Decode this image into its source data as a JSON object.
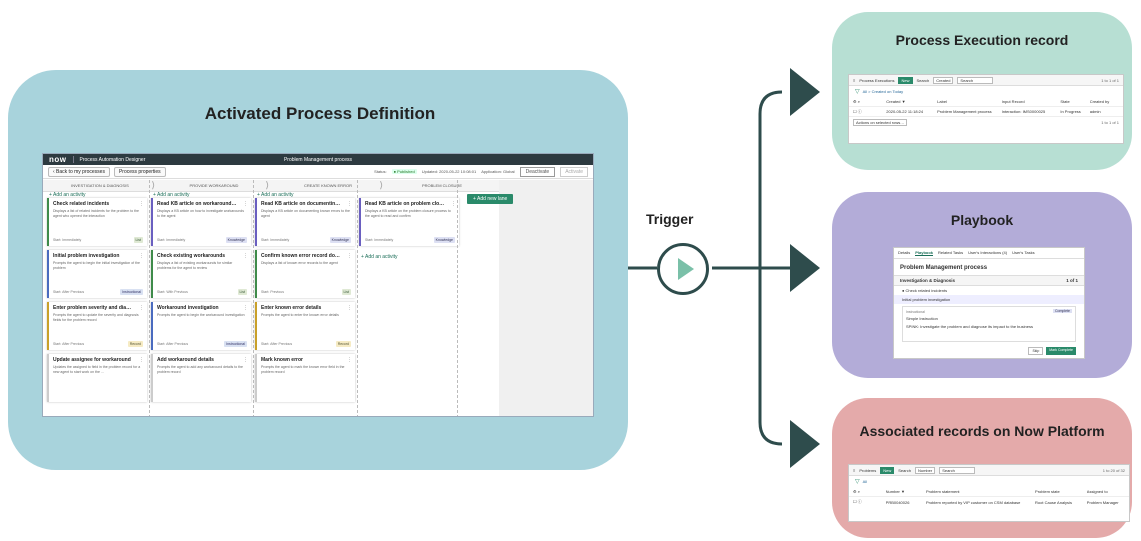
{
  "main": {
    "title": "Activated Process Definition",
    "app": {
      "logo": "now",
      "app_name": "Process Automation Designer",
      "process_title": "Problem Management process",
      "back_label": "‹ Back to my processes",
      "properties_label": "Process properties",
      "status_label": "Status:",
      "status_value": "● Published",
      "updated": "Updated: 2020-05-22 10:08:01",
      "application": "Application: Global",
      "deactivate_label": "Deactivate",
      "activate_label": "Activate",
      "new_lane_label": "+ Add new lane",
      "add_activity_label": "+ Add an activity",
      "lanes": [
        {
          "name": "INVESTIGATION & DIAGNOSIS",
          "cards": [
            {
              "title": "Check related incidents",
              "desc": "Displays a list of related incidents for the problem to the agent who opened the interaction",
              "start": "Start: Immediately",
              "badge": "List",
              "color": "#3f8b4a",
              "btype": "list"
            },
            {
              "title": "Initial problem investigation",
              "desc": "Prompts the agent to begin the initial investigation of the problem",
              "start": "Start: After Previous",
              "badge": "Instructional",
              "color": "#4a6bbf",
              "btype": "inst"
            },
            {
              "title": "Enter problem severity and dia…",
              "desc": "Prompts the agent to update the severity and diagnosis fields for the problem record",
              "start": "Start: After Previous",
              "badge": "Record",
              "color": "#c9a02a",
              "btype": "rec"
            },
            {
              "title": "Update assignee for workaround",
              "desc": "Updates the assigned to field in the problem record for a new agent to start work on the …",
              "start": "",
              "badge": "",
              "color": "#cccccc",
              "btype": ""
            }
          ]
        },
        {
          "name": "PROVIDE WORKAROUND",
          "cards": [
            {
              "title": "Read KB article on workaround…",
              "desc": "Displays a KB article on how to investigate workarounds to the agent",
              "start": "Start: Immediately",
              "badge": "Knowledge",
              "color": "#6a5fc0",
              "btype": "know"
            },
            {
              "title": "Check existing workarounds",
              "desc": "Displays a list of existing workarounds for similar problems for the agent to review",
              "start": "Start: With Previous",
              "badge": "List",
              "color": "#3f8b4a",
              "btype": "list"
            },
            {
              "title": "Workaround investigation",
              "desc": "Prompts the agent to begin the workaround investigation",
              "start": "Start: After Previous",
              "badge": "Instructional",
              "color": "#4a6bbf",
              "btype": "inst"
            },
            {
              "title": "Add workaround details",
              "desc": "Prompts the agent to add any workaround details to the problem record",
              "start": "",
              "badge": "",
              "color": "#cccccc",
              "btype": ""
            }
          ]
        },
        {
          "name": "CREATE KNOWN ERROR",
          "cards": [
            {
              "title": "Read KB article on documentin…",
              "desc": "Displays a KB article on documenting known errors to the agent",
              "start": "Start: Immediately",
              "badge": "Knowledge",
              "color": "#6a5fc0",
              "btype": "know"
            },
            {
              "title": "Confirm known error record do…",
              "desc": "Displays a list of known error records to the agent",
              "start": "Start: Previous",
              "badge": "List",
              "color": "#3f8b4a",
              "btype": "list"
            },
            {
              "title": "Enter known error details",
              "desc": "Prompts the agent to enter the known error details",
              "start": "Start: After Previous",
              "badge": "Record",
              "color": "#c9a02a",
              "btype": "rec"
            },
            {
              "title": "Mark known error",
              "desc": "Prompts the agent to mark the known error field in the problem record",
              "start": "",
              "badge": "",
              "color": "#cccccc",
              "btype": ""
            }
          ]
        },
        {
          "name": "PROBLEM CLOSURE",
          "cards": [
            {
              "title": "Read KB article on problem clo…",
              "desc": "Displays a KB article on the problem closure process to the agent to read and confirm",
              "start": "Start: Immediately",
              "badge": "Knowledge",
              "color": "#6a5fc0",
              "btype": "know"
            }
          ]
        }
      ]
    }
  },
  "trigger": {
    "label": "Trigger"
  },
  "execution": {
    "title": "Process Execution record",
    "list_name": "Process Executions",
    "new_label": "New",
    "search_label": "Search",
    "search_field": "Created",
    "search_placeholder": "Search",
    "pagination": "1 to 1 of 1",
    "filter": "All > Created on Today",
    "columns": [
      "Created ▼",
      "Label",
      "Input Record",
      "State",
      "Created by"
    ],
    "row": [
      "2020-05-22 11:18:24",
      "Problem Management process",
      "Interaction: IMS0000025",
      "In Progress",
      "admin"
    ],
    "actions_label": "Actions on selected rows…"
  },
  "playbook": {
    "title": "Playbook",
    "tabs": [
      "Details",
      "Playbook",
      "Related Tasks",
      "User's Interactions (4)",
      "User's Tasks"
    ],
    "process_name": "Problem Management process",
    "section": "Investigation & Diagnosis",
    "section_count": "1 of 1",
    "item1": "Check related incidents",
    "item2": "Initial problem investigation",
    "card_type": "Instructional",
    "card_status": "Complete",
    "card_title": "Simple Instruction",
    "card_text": "SPINK: Investigate the problem and diagnose its impact to the business",
    "skip_label": "Skip",
    "complete_label": "Mark Complete"
  },
  "associated": {
    "title": "Associated records on Now Platform",
    "list_name": "Problems",
    "new_label": "New",
    "search_label": "Search",
    "search_field": "Number",
    "search_placeholder": "Search",
    "pagination": "1 to 20 of 32",
    "filter": "All",
    "columns": [
      "Number ▼",
      "Problem statement",
      "Problem state",
      "Assigned to"
    ],
    "row": [
      "PRB0040026",
      "Problem reported by VIP customer on CSM database",
      "Root Cause Analysis",
      "Problem Manager"
    ]
  }
}
